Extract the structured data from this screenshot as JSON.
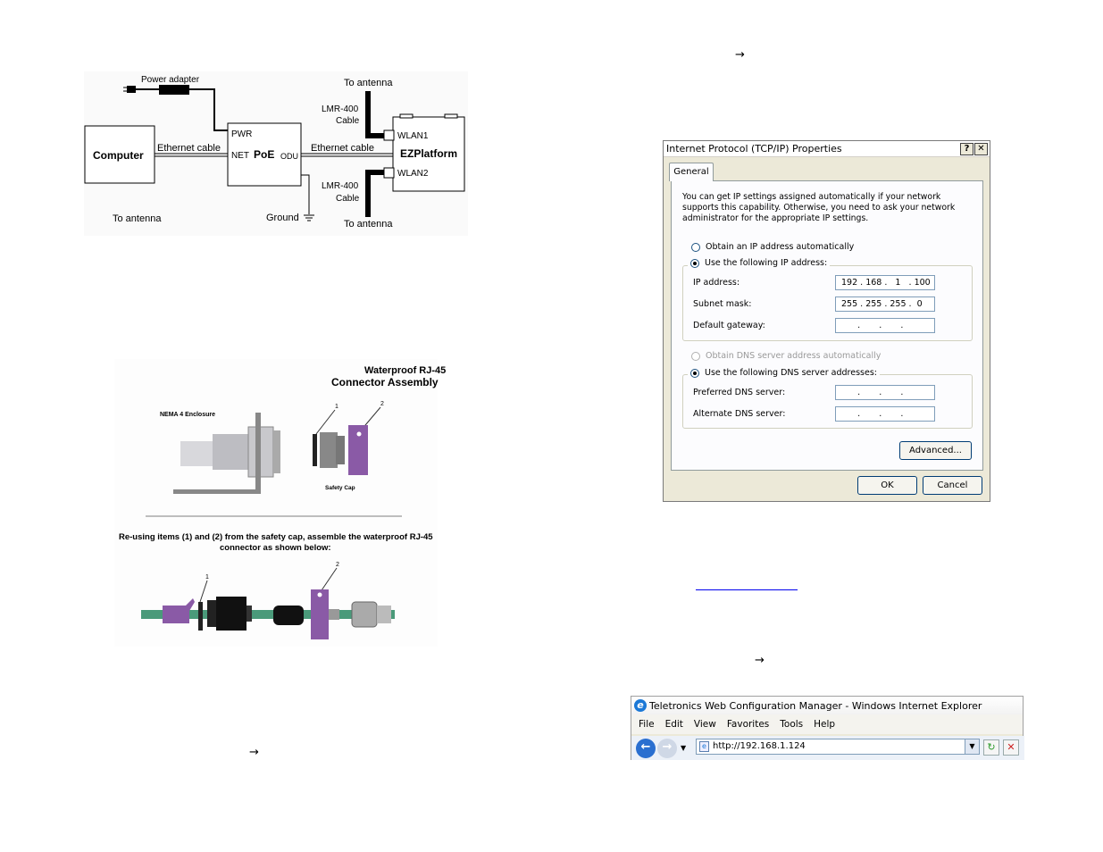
{
  "arrows": [
    "→",
    "→",
    "→"
  ],
  "diagram": {
    "power_adapter": "Power adapter",
    "to_antenna": "To antenna",
    "lmr_400": "LMR-400",
    "cable": "Cable",
    "computer": "Computer",
    "ethernet_cable": "Ethernet cable",
    "pwr": "PWR",
    "net": "NET",
    "poe": "PoE",
    "odu": "ODU",
    "wlan1": "WLAN1",
    "wlan2": "WLAN2",
    "ezplatform": "EZPlatform",
    "ground": "Ground"
  },
  "connector": {
    "title_line1": "Waterproof RJ-45",
    "title_line2": "Connector Assembly",
    "enclosure": "NEMA 4 Enclosure",
    "safety_cap": "Safety Cap",
    "callout_1": "1",
    "callout_2": "2",
    "instruction_line1": "Re-using items (1) and (2) from the safety cap, assemble the waterproof RJ-45",
    "instruction_line2": "connector as shown below:"
  },
  "dialog": {
    "title": "Internet Protocol (TCP/IP) Properties",
    "help_btn": "?",
    "close_btn": "✕",
    "tab_general": "General",
    "intro": "You can get IP settings assigned automatically if your network supports this capability. Otherwise, you need to ask your network administrator for the appropriate IP settings.",
    "obtain_ip_auto": "Obtain an IP address automatically",
    "use_following_ip": "Use the following IP address:",
    "ip_address_label": "IP address:",
    "ip_address_value": "192 . 168 .   1   . 100",
    "subnet_label": "Subnet mask:",
    "subnet_value": "255 . 255 . 255 .  0",
    "gateway_label": "Default gateway:",
    "gateway_value": "      .       .       .",
    "obtain_dns_auto": "Obtain DNS server address automatically",
    "use_following_dns": "Use the following DNS server addresses:",
    "preferred_dns_label": "Preferred DNS server:",
    "preferred_dns_value": "      .       .       .",
    "alternate_dns_label": "Alternate DNS server:",
    "alternate_dns_value": "      .       .       .",
    "advanced_btn": "Advanced...",
    "ok_btn": "OK",
    "cancel_btn": "Cancel"
  },
  "browser": {
    "title": "Teletronics Web Configuration Manager - Windows Internet Explorer",
    "menu": [
      "File",
      "Edit",
      "View",
      "Favorites",
      "Tools",
      "Help"
    ],
    "address": "http://192.168.1.124"
  },
  "colors": {
    "connector_purple": "#8a5aa6",
    "cable_green": "#4a9a7a"
  }
}
